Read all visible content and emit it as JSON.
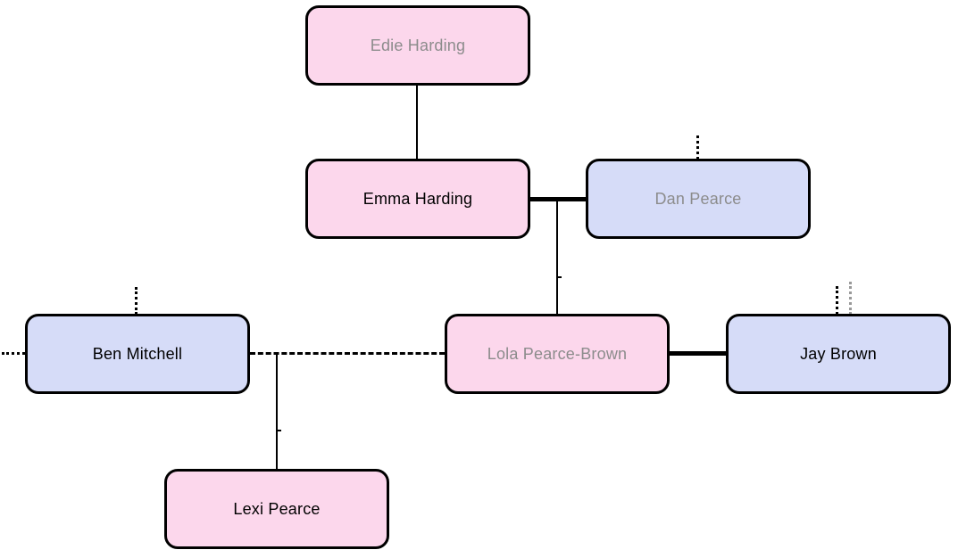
{
  "diagram": {
    "kind": "family-tree",
    "background": "#ffffff",
    "palette": {
      "pink_box_fill": "#fcd7ec",
      "blue_box_fill": "#d6dcf8",
      "box_border": "#000000",
      "black_text": "#000000",
      "gray_text": "#8c8c8c",
      "line_color": "#000000",
      "gray_line_color": "#999999"
    },
    "people": [
      {
        "name": "Edie Harding",
        "fill": "pink",
        "text_color": "#8c8c8c"
      },
      {
        "name": "Emma Harding",
        "fill": "pink",
        "text_color": "#000000"
      },
      {
        "name": "Dan Pearce",
        "fill": "blue",
        "text_color": "#8c8c8c"
      },
      {
        "name": "Ben Mitchell",
        "fill": "blue",
        "text_color": "#000000"
      },
      {
        "name": "Lola Pearce-Brown",
        "fill": "pink",
        "text_color": "#8c8c8c"
      },
      {
        "name": "Jay Brown",
        "fill": "blue",
        "text_color": "#000000"
      },
      {
        "name": "Lexi Pearce",
        "fill": "pink",
        "text_color": "#000000"
      }
    ],
    "relationships": [
      {
        "type": "parent-child",
        "from": "Edie Harding",
        "to": "Emma Harding",
        "line": "thin-solid"
      },
      {
        "type": "partnership",
        "between": [
          "Emma Harding",
          "Dan Pearce"
        ],
        "line": "thick-solid"
      },
      {
        "type": "parent-child",
        "from": "Emma Harding + Dan Pearce",
        "to": "Lola Pearce-Brown",
        "line": "thin-solid"
      },
      {
        "type": "partnership",
        "between": [
          "Ben Mitchell",
          "Lola Pearce-Brown"
        ],
        "line": "dashed"
      },
      {
        "type": "parent-child",
        "from": "Ben Mitchell + Lola Pearce-Brown",
        "to": "Lexi Pearce",
        "line": "thin-solid"
      },
      {
        "type": "partnership",
        "between": [
          "Lola Pearce-Brown",
          "Jay Brown"
        ],
        "line": "thick-solid"
      },
      {
        "type": "continuation",
        "at": "above Dan Pearce",
        "line": "dotted-black"
      },
      {
        "type": "continuation",
        "at": "above Ben Mitchell",
        "line": "dotted-black"
      },
      {
        "type": "continuation",
        "at": "left of Ben Mitchell",
        "line": "dotted-black"
      },
      {
        "type": "continuation",
        "at": "above Jay Brown",
        "line": "dotted-black"
      },
      {
        "type": "continuation",
        "at": "above Jay Brown",
        "line": "dotted-gray"
      }
    ]
  }
}
